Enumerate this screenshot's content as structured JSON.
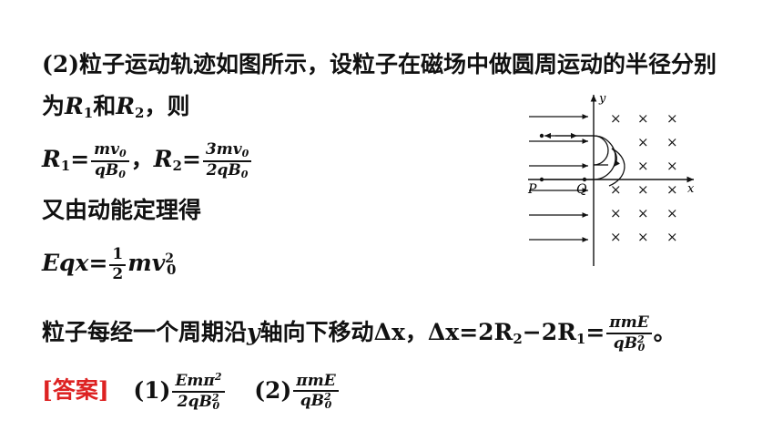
{
  "text": {
    "l1": "(2)粒子运动轨迹如图所示，设粒子在磁场中做圆周运动的半径分别",
    "l2_pre": "为",
    "l2_and": "和",
    "l2_post": "，则",
    "R": "R",
    "sub1": "1",
    "sub2": "2",
    "sub0": "0",
    "eq": "=",
    "comma": "，",
    "f1_num": "mv",
    "f1_den": "qB",
    "f2_num": "3mv",
    "f2_den": "2qB",
    "l4": "又由动能定理得",
    "eqx": "Eqx",
    "half_num": "1",
    "half_den": "2",
    "mv": "mv",
    "sq": "2",
    "l6_pre": "粒子每经一个周期沿",
    "y": "y",
    "l6_mid": "轴向下移动",
    "dx": "Δx",
    "l6_expr": "=2R",
    "minus": "−2R",
    "f3_num": "πmE",
    "f3_den": "qB",
    "period": "。",
    "ans_tag": "[答案]",
    "ans1": "(1)",
    "a1_num": "Emπ",
    "a1_den": "2qB",
    "ans2": "(2)",
    "a2_num": "πmE",
    "a2_den": "qB"
  },
  "figure": {
    "y_label": "y",
    "x_label": "x",
    "P_label": "P",
    "Q_label": "Q",
    "field_symbol": "×"
  }
}
